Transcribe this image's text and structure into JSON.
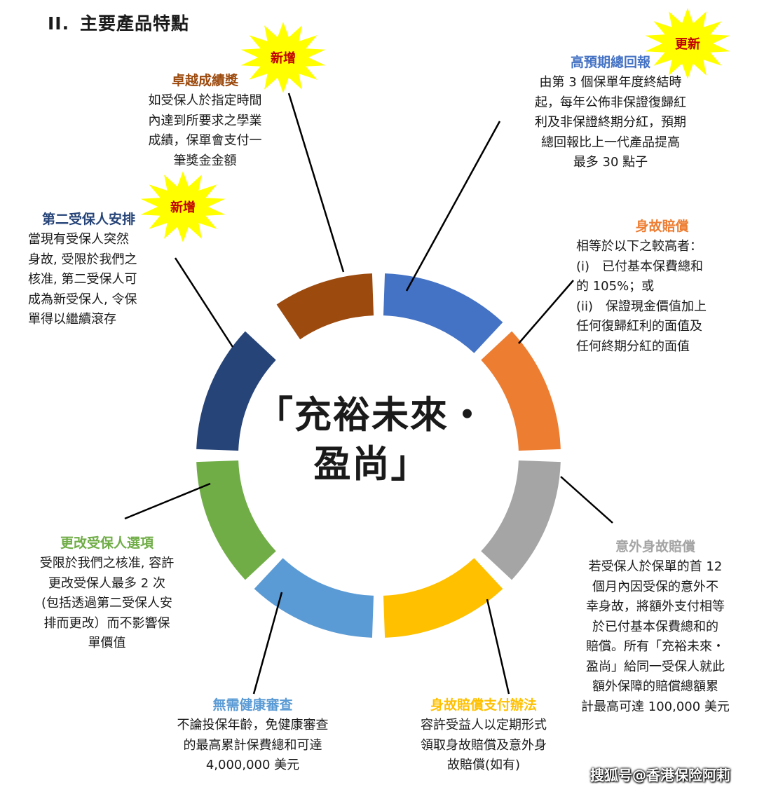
{
  "section": {
    "number": "II.",
    "title": "主要產品特點"
  },
  "center": {
    "text": "「充裕未來・\n盈尚」"
  },
  "badges": {
    "new": "新增",
    "update": "更新"
  },
  "colors": {
    "brown": "#9C4A0E",
    "blue": "#4472C4",
    "orange": "#ED7D31",
    "gray": "#A5A5A5",
    "yellow": "#FFC000",
    "lightblue": "#5B9BD5",
    "green": "#70AD47",
    "navy": "#264478",
    "burst": "#FFFF00",
    "badge_text": "#C00000"
  },
  "features": {
    "excellence_award": {
      "title": "卓越成績獎",
      "body": "如受保人於指定時間\n內達到所要求之學業\n成績，保單會支付一\n筆獎金金額",
      "color": "#9C4A0E"
    },
    "total_return": {
      "title": "高預期總回報",
      "body": "由第 3 個保單年度終結時\n起，每年公佈非保證復歸紅\n利及非保證終期分紅，預期\n總回報比上一代產品提高\n最多 30 點子",
      "color": "#4472C4"
    },
    "second_insured": {
      "title": "第二受保人安排",
      "body": "當現有受保人突然\n身故, 受限於我們之\n核准, 第二受保人可\n成為新受保人, 令保\n單得以繼續滾存",
      "color": "#264478"
    },
    "death_benefit": {
      "title": "身故賠償",
      "body": "相等於以下之較高者：\n(i)　已付基本保費總和\n的 105%；或\n(ii)　保證現金價值加上\n任何復歸紅利的面值及\n任何終期分紅的面值",
      "color": "#ED7D31"
    },
    "change_insured": {
      "title": "更改受保人選項",
      "body": "受限於我們之核准, 容許\n更改受保人最多 2 次\n(包括透過第二受保人安\n排而更改）而不影響保\n單價值",
      "color": "#70AD47"
    },
    "accidental_death": {
      "title": "意外身故賠償",
      "body": "若受保人於保單的首 12\n個月內因受保的意外不\n幸身故，將額外支付相等\n於已付基本保費總和的\n賠償。所有「充裕未來・\n盈尚」給同一受保人就此\n額外保障的賠償總額累\n計最高可達 100,000 美元",
      "color": "#A5A5A5"
    },
    "no_health_check": {
      "title": "無需健康審查",
      "body": "不論投保年齡，免健康審查\n的最高累計保費總和可達\n4,000,000 美元",
      "color": "#5B9BD5"
    },
    "payment_option": {
      "title": "身故賠償支付辦法",
      "body": "容許受益人以定期形式\n領取身故賠償及意外身\n故賠償(如有)",
      "color": "#FFC000"
    }
  },
  "watermark": "搜狐号@香港保险阿莉"
}
